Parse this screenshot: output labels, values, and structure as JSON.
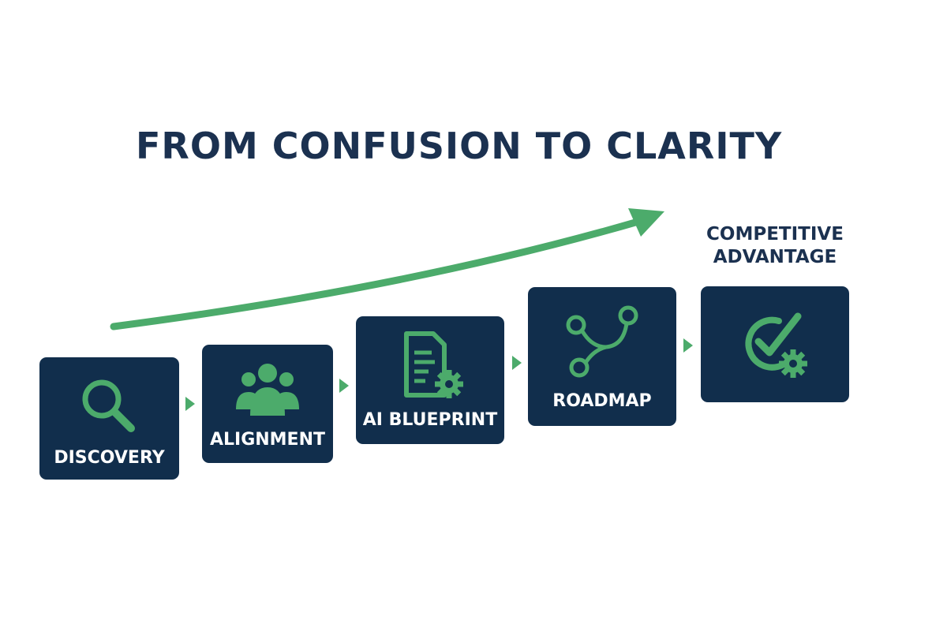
{
  "title": "FROM CONFUSION TO CLARITY",
  "accent_color": "#4cab6b",
  "box_color": "#112e4c",
  "text_color": "#1b3150",
  "steps": [
    {
      "label": "DISCOVERY",
      "icon": "magnifier-icon"
    },
    {
      "label": "ALIGNMENT",
      "icon": "team-icon"
    },
    {
      "label": "AI BLUEPRINT",
      "icon": "document-gear-icon"
    },
    {
      "label": "ROADMAP",
      "icon": "branching-path-icon"
    },
    {
      "label": "",
      "icon": "check-gear-icon"
    }
  ],
  "outcome": {
    "line1": "COMPETITIVE",
    "line2": "ADVANTAGE"
  }
}
